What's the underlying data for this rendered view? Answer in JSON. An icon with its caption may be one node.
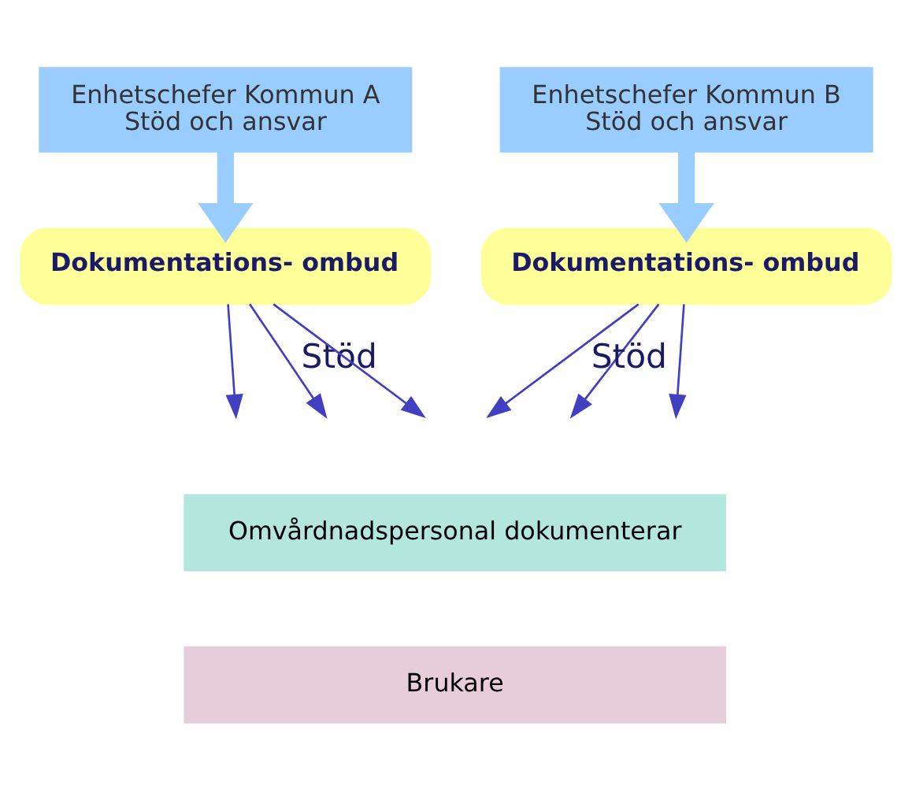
{
  "diagram": {
    "nodes": [
      {
        "text": [
          "Enhetschefer Kommun A",
          "Stöd och ansvar"
        ]
      },
      {
        "text": [
          "Dokumentations- ombud"
        ]
      },
      {
        "text": [
          "Enhetschefer Kommun B",
          "Stöd och ansvar"
        ]
      },
      {
        "text": [
          "Dokumentations- ombud"
        ]
      },
      {
        "text": [
          "Omvårdnadspersonal dokumenterar"
        ]
      },
      {
        "text": [
          "Brukare"
        ]
      }
    ],
    "edges": [
      {
        "from": 0,
        "to": 1,
        "arrow": "to",
        "style": "thick",
        "color": "#99ccff"
      },
      {
        "from": 1,
        "to": null,
        "arrow": "to"
      },
      {
        "from": 1,
        "to": null,
        "arrow": "to",
        "label": "Stöd"
      },
      {
        "from": 1,
        "to": null,
        "arrow": "to"
      },
      {
        "from": 2,
        "to": 3,
        "arrow": "to",
        "style": "thick",
        "color": "#99ccff"
      },
      {
        "from": 3,
        "to": null,
        "arrow": "to"
      },
      {
        "from": 3,
        "to": null,
        "arrow": "to",
        "label": "Stöd"
      },
      {
        "from": 3,
        "to": null,
        "arrow": "to"
      }
    ]
  }
}
